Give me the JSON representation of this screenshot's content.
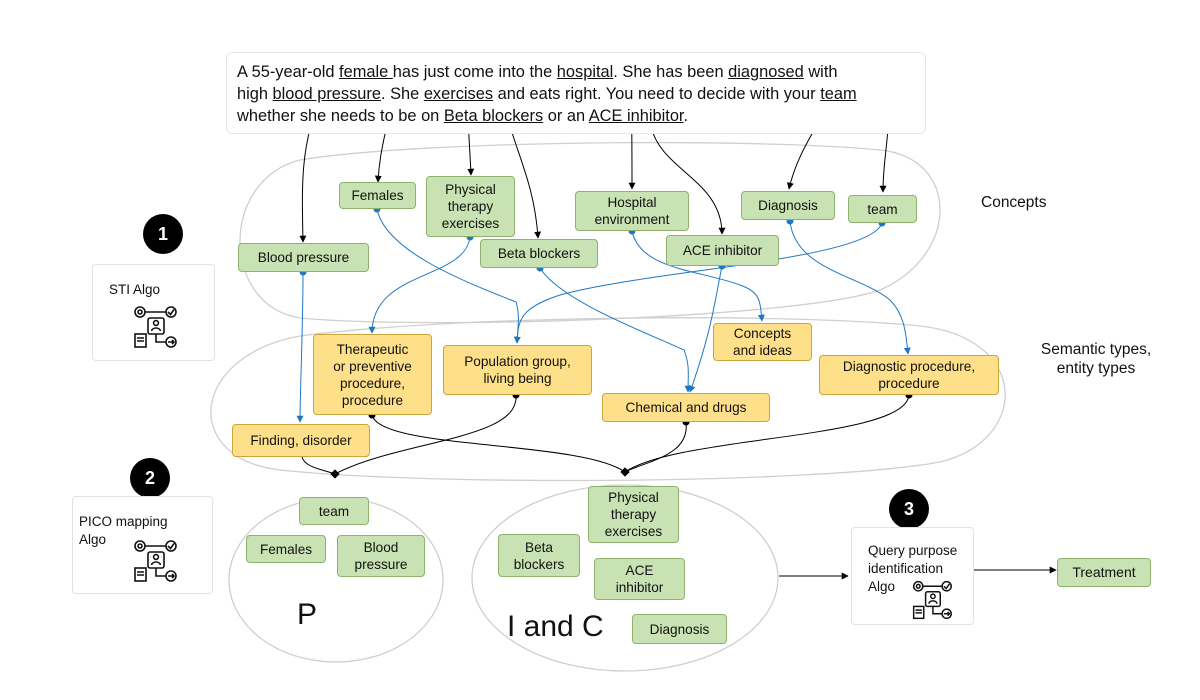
{
  "sentence": {
    "line1": [
      "A 55-year-old ",
      "female ",
      " has just come into the ",
      "hospital",
      ". She has been ",
      "diagnosed",
      " with"
    ],
    "line2": [
      "high ",
      "blood pressure",
      ". She ",
      "exercises",
      " and eats right. You need to decide with your ",
      "team"
    ],
    "line3": [
      "whether she needs to be on ",
      "Beta blockers",
      " or an ",
      "ACE inhibitor",
      "."
    ]
  },
  "labels": {
    "concepts": "Concepts",
    "semantic_types": "Semantic types,\nentity types"
  },
  "concepts": {
    "females": "Females",
    "physical_therapy": "Physical\ntherapy\nexercises",
    "hospital_environment": "Hospital\nenvironment",
    "diagnosis": "Diagnosis",
    "team": "team",
    "blood_pressure": "Blood pressure",
    "beta_blockers": "Beta blockers",
    "ace_inhibitor": "ACE inhibitor"
  },
  "semantic_types": {
    "therapeutic": "Therapeutic\nor preventive\nprocedure,\nprocedure",
    "population": "Population group,\nliving being",
    "concepts_ideas": "Concepts\nand ideas",
    "diagnostic": "Diagnostic procedure,\nprocedure",
    "chemical": "Chemical and drugs",
    "finding": "Finding, disorder"
  },
  "p_group": {
    "team": "team",
    "females": "Females",
    "blood_pressure": "Blood\npressure",
    "letter": "P"
  },
  "ic_group": {
    "physical_therapy": "Physical\ntherapy\nexercises",
    "beta_blockers": "Beta\nblockers",
    "ace_inhibitor": "ACE\ninhibitor",
    "diagnosis": "Diagnosis",
    "letter": "I and C"
  },
  "algorithms": {
    "sti": {
      "badge": "1",
      "title": "STI Algo",
      "icon": "process-workflow-icon"
    },
    "pico": {
      "badge": "2",
      "title": "PICO mapping\nAlgo",
      "icon": "process-workflow-icon"
    },
    "query": {
      "badge": "3",
      "title": "Query purpose\nidentification\nAlgo",
      "icon": "process-workflow-icon"
    }
  },
  "result": {
    "treatment": "Treatment"
  },
  "colors": {
    "concept_fill": "#c9e2b3",
    "semantic_fill": "#ffe08a",
    "blue_arrow": "#1f77c4",
    "black_arrow": "#000000"
  }
}
